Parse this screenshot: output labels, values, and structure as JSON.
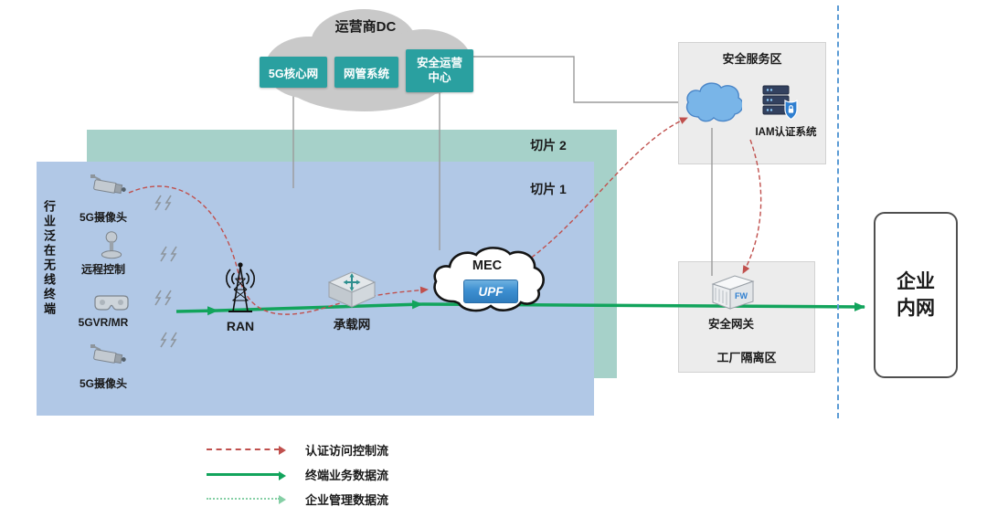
{
  "operator_dc": {
    "title": "运营商DC",
    "core_label": "5G核心网",
    "nms_label": "网管系统",
    "soc_line1": "安全运营",
    "soc_line2": "中心"
  },
  "slices": {
    "slice1_label": "切片 1",
    "slice2_label": "切片 2"
  },
  "terminals": {
    "side_label": "行业泛在无线终端",
    "items": [
      {
        "label": "5G摄像头",
        "icon": "cctv-camera"
      },
      {
        "label": "远程控制",
        "icon": "remote-control"
      },
      {
        "label": "5GVR/MR",
        "icon": "vr-headset"
      },
      {
        "label": "5G摄像头",
        "icon": "cctv-camera"
      }
    ]
  },
  "network": {
    "ran_label": "RAN",
    "bearer_label": "承载网",
    "mec_label": "MEC",
    "upf_label": "UPF"
  },
  "security_zone": {
    "title": "安全服务区",
    "iam_label": "IAM认证系统"
  },
  "factory_zone": {
    "title": "工厂隔离区",
    "gateway_label": "安全网关",
    "fw_label": "FW"
  },
  "enterprise": {
    "line1": "企业",
    "line2": "内网"
  },
  "legend": {
    "items": [
      {
        "label": "认证访问控制流",
        "style": "red-dashed"
      },
      {
        "label": "终端业务数据流",
        "style": "green-solid"
      },
      {
        "label": "企业管理数据流",
        "style": "green-dotted"
      }
    ]
  },
  "colors": {
    "teal_box": "#2aa0a0",
    "slice1_blue": "#b1c8e6",
    "slice2_green": "#a6d1c9",
    "green_flow": "#12a45c",
    "red_flow": "#c0504d",
    "dotted_green_flow": "#85cfa5",
    "upf_blue": "#3d8fd1",
    "separator_blue": "#5b9bd5",
    "cloud_gray": "#c9c9c9"
  }
}
